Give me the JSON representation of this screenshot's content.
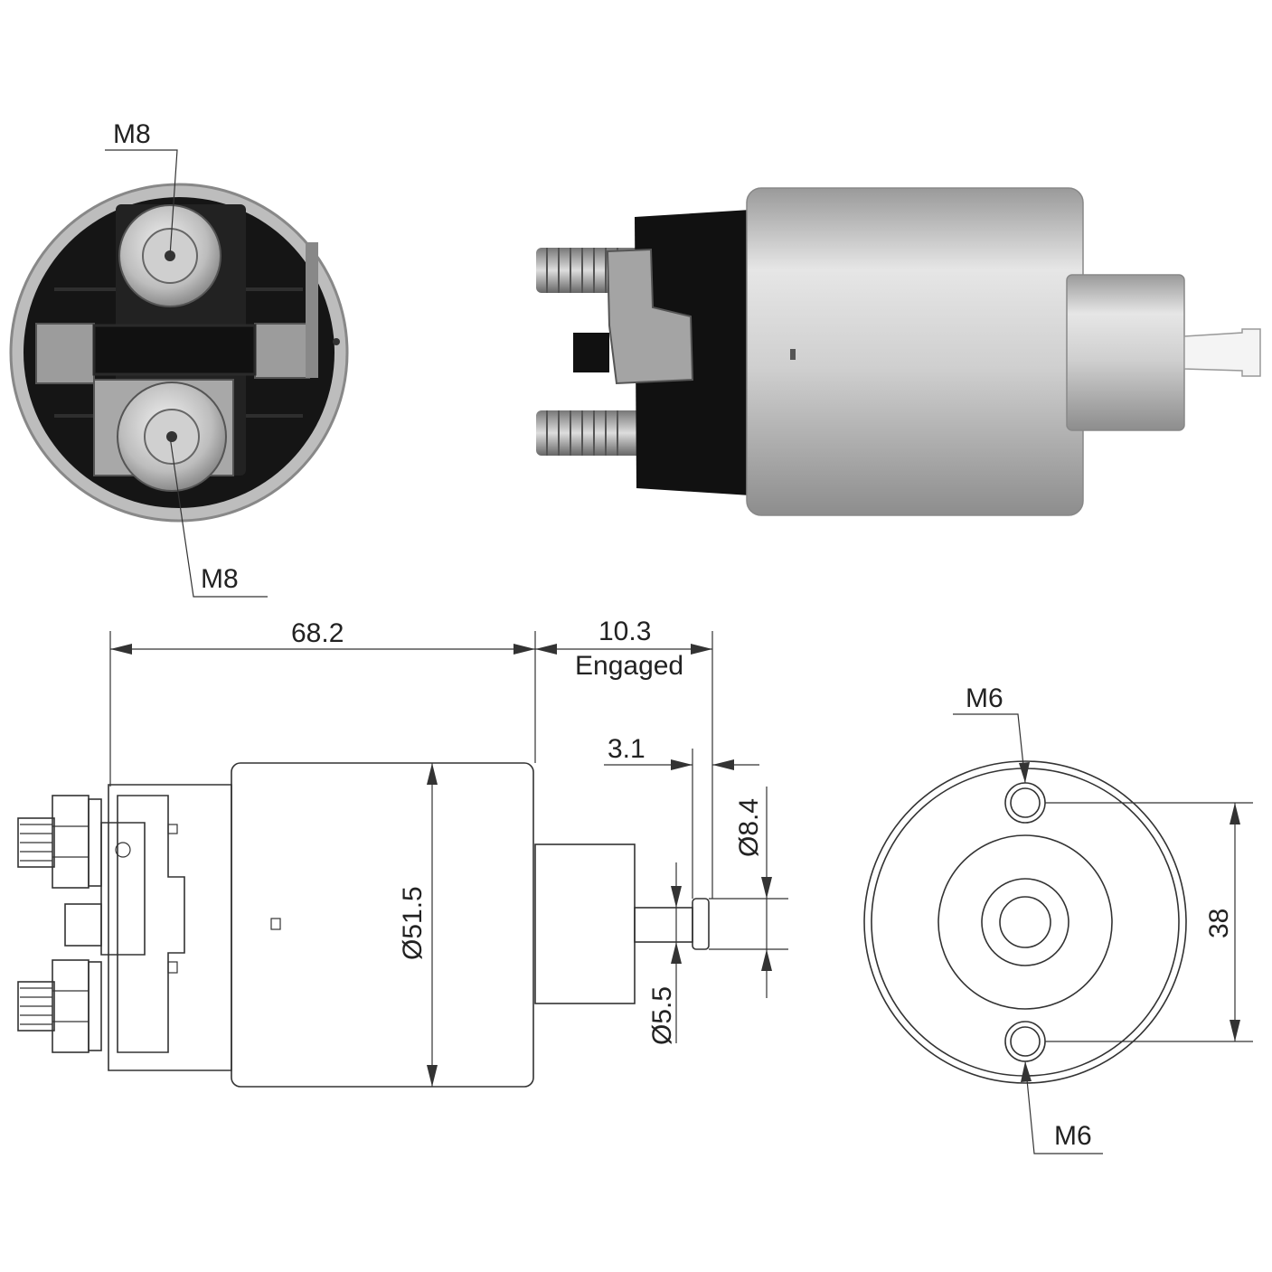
{
  "labels": {
    "terminal_top": "M8",
    "terminal_bottom": "M8",
    "length": "68.2",
    "travel": "10.3",
    "travel_note": "Engaged",
    "plunger_offset": "3.1",
    "head_diameter": "Ø8.4",
    "body_diameter": "Ø51.5",
    "rod_diameter": "Ø5.5",
    "mount_top": "M6",
    "mount_bottom": "M6",
    "hole_spacing": "38"
  },
  "colors": {
    "housing_dark": "#1a1a1a",
    "metal_light": "#d8d8d8",
    "line": "#333333"
  }
}
